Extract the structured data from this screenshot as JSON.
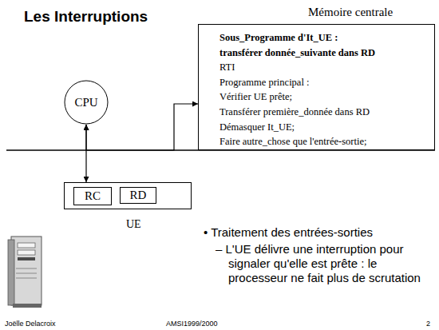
{
  "diagram": {
    "title": "Les Interruptions",
    "nodes": [
      {
        "text": [
          "Mémoire centrale",
          "Sous_Programme d'It_UE :",
          "transférer donnée_suivante dans RD",
          "RTI",
          "Programme principal :",
          "Vérifier UE prête;",
          "Transférer première_donnée dans RD",
          "Démasquer It_UE;",
          "Faire autre_chose que l'entrée-sortie;"
        ]
      },
      {
        "text": [
          "CPU"
        ]
      },
      {
        "text": [
          "UE"
        ]
      },
      {
        "text": [
          "RC"
        ],
        "in": 2
      },
      {
        "text": [
          "RD"
        ],
        "in": 2
      }
    ],
    "edges": [
      {
        "from": 1,
        "to": 0,
        "arrow": "both"
      },
      {
        "from": 1,
        "to": 2,
        "arrow": "both"
      }
    ],
    "labels": [
      "• Traitement des entrées-sorties",
      "– L'UE délivre une interruption pour signaler qu'elle est prête : le processeur ne fait plus de scrutation",
      "Joëlle Delacroix",
      "AMSI1999/2000",
      "2"
    ]
  }
}
